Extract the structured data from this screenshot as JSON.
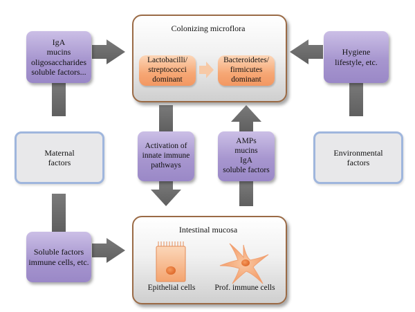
{
  "colors": {
    "arrow": "#6e6e6e",
    "purple": "#a796cf",
    "orange": "#f6a774",
    "grey_fill": "#e8e8ea",
    "grey_border": "#9fb6dd"
  },
  "microflora": {
    "title": "Colonizing microflora",
    "left_pill": "Lactobacilli/\nstreptococci\ndominant",
    "right_pill": "Bacteroidetes/\nfirmicutes\ndominant"
  },
  "mucosa": {
    "title": "Intestinal mucosa",
    "epithelial_label": "Epithelial cells",
    "immune_label": "Prof. immune cells"
  },
  "boxes": {
    "top_left": "IgA\nmucins\noligosaccharides\nsoluble factors...",
    "top_right": "Hygiene\nlifestyle, etc.",
    "maternal": "Maternal\nfactors",
    "environmental": "Environmental\nfactors",
    "activation": "Activation of\ninnate immune\npathways",
    "amps": "AMPs\nmucins\nIgA\nsoluble factors",
    "bottom_left": "Soluble factors\nimmune cells, etc."
  }
}
